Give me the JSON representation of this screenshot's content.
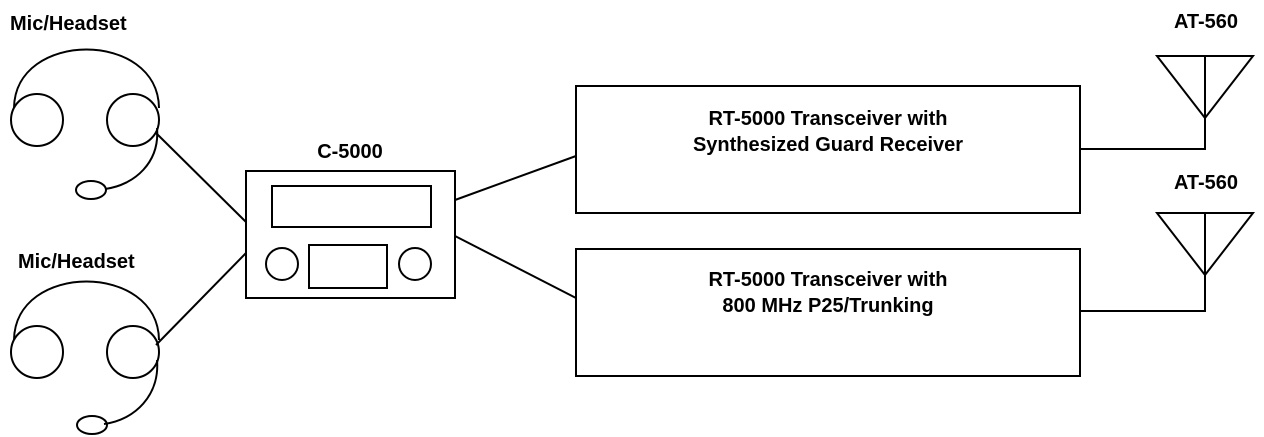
{
  "headsets": [
    {
      "label": "Mic/Headset"
    },
    {
      "label": "Mic/Headset"
    }
  ],
  "controller": {
    "label": "C-5000"
  },
  "transceivers": [
    {
      "line1": "RT-5000 Transceiver with",
      "line2": "Synthesized Guard Receiver"
    },
    {
      "line1": "RT-5000 Transceiver with",
      "line2": "800 MHz P25/Trunking"
    }
  ],
  "antennas": [
    {
      "label": "AT-560"
    },
    {
      "label": "AT-560"
    }
  ],
  "colors": {
    "stroke": "#000000",
    "background": "#ffffff"
  }
}
